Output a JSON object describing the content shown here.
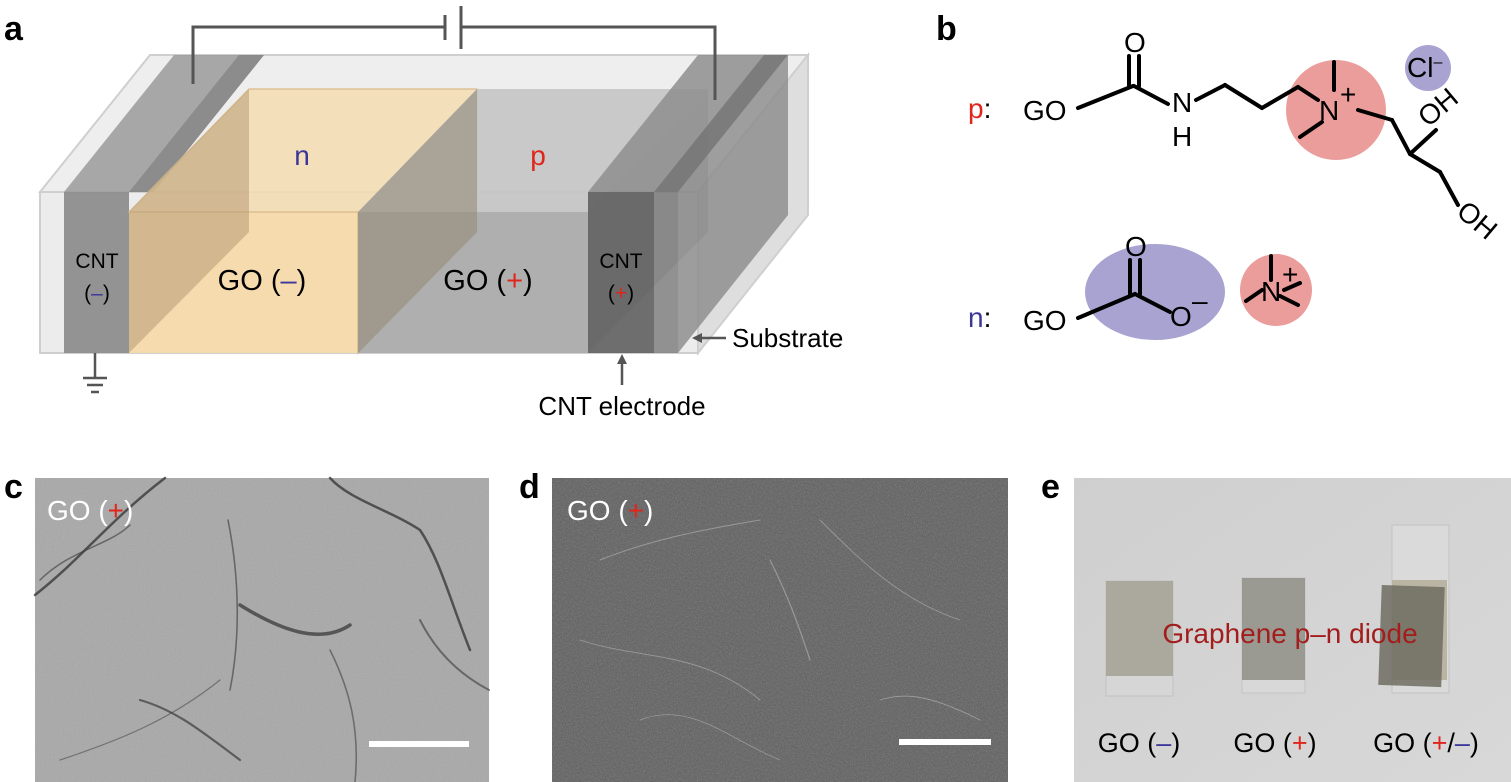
{
  "colors": {
    "red": "#e0251b",
    "blue": "#3b3699",
    "orange_fill": "#f7d9a8",
    "gray_fill": "#9c9c9c",
    "dark_gray": "#6f6f6f",
    "red_circle": "#eb9d9b",
    "blue_circle": "#a8a3d1",
    "diode_label": "#a31d1d"
  },
  "panel_a": {
    "label": "a",
    "n_label": "n",
    "p_label": "p",
    "cnt_left": "CNT",
    "cnt_left_sign": "–",
    "go_neg_prefix": "GO (",
    "go_neg_sign": "–",
    "go_neg_suffix": ")",
    "go_pos_prefix": "GO (",
    "go_pos_sign": "+",
    "go_pos_suffix": ")",
    "cnt_right": "CNT",
    "cnt_right_sign": "+",
    "substrate": "Substrate",
    "cnt_electrode": "CNT electrode",
    "paren_open": "(",
    "paren_close": ")"
  },
  "panel_b": {
    "label": "b",
    "p_row_label": "p",
    "n_row_label": "n",
    "colon": ":",
    "go": "GO",
    "o": "O",
    "n_atom": "N",
    "h_atom": "H",
    "plus": "+",
    "cl": "Cl",
    "minus": "–",
    "oh": "OH"
  },
  "panel_c": {
    "label": "c",
    "overlay_prefix": "GO (",
    "overlay_sign": "+",
    "overlay_suffix": ")"
  },
  "panel_d": {
    "label": "d",
    "overlay_prefix": "GO (",
    "overlay_sign": "+",
    "overlay_suffix": ")"
  },
  "panel_e": {
    "label": "e",
    "center_label": "Graphene p–n diode",
    "sample1_prefix": "GO (",
    "sample1_sign": "–",
    "sample1_suffix": ")",
    "sample2_prefix": "GO (",
    "sample2_sign": "+",
    "sample2_suffix": ")",
    "sample3_prefix": "GO (",
    "sample3_sign_a": "+",
    "sample3_slash": "/",
    "sample3_sign_b": "–",
    "sample3_suffix": ")"
  }
}
